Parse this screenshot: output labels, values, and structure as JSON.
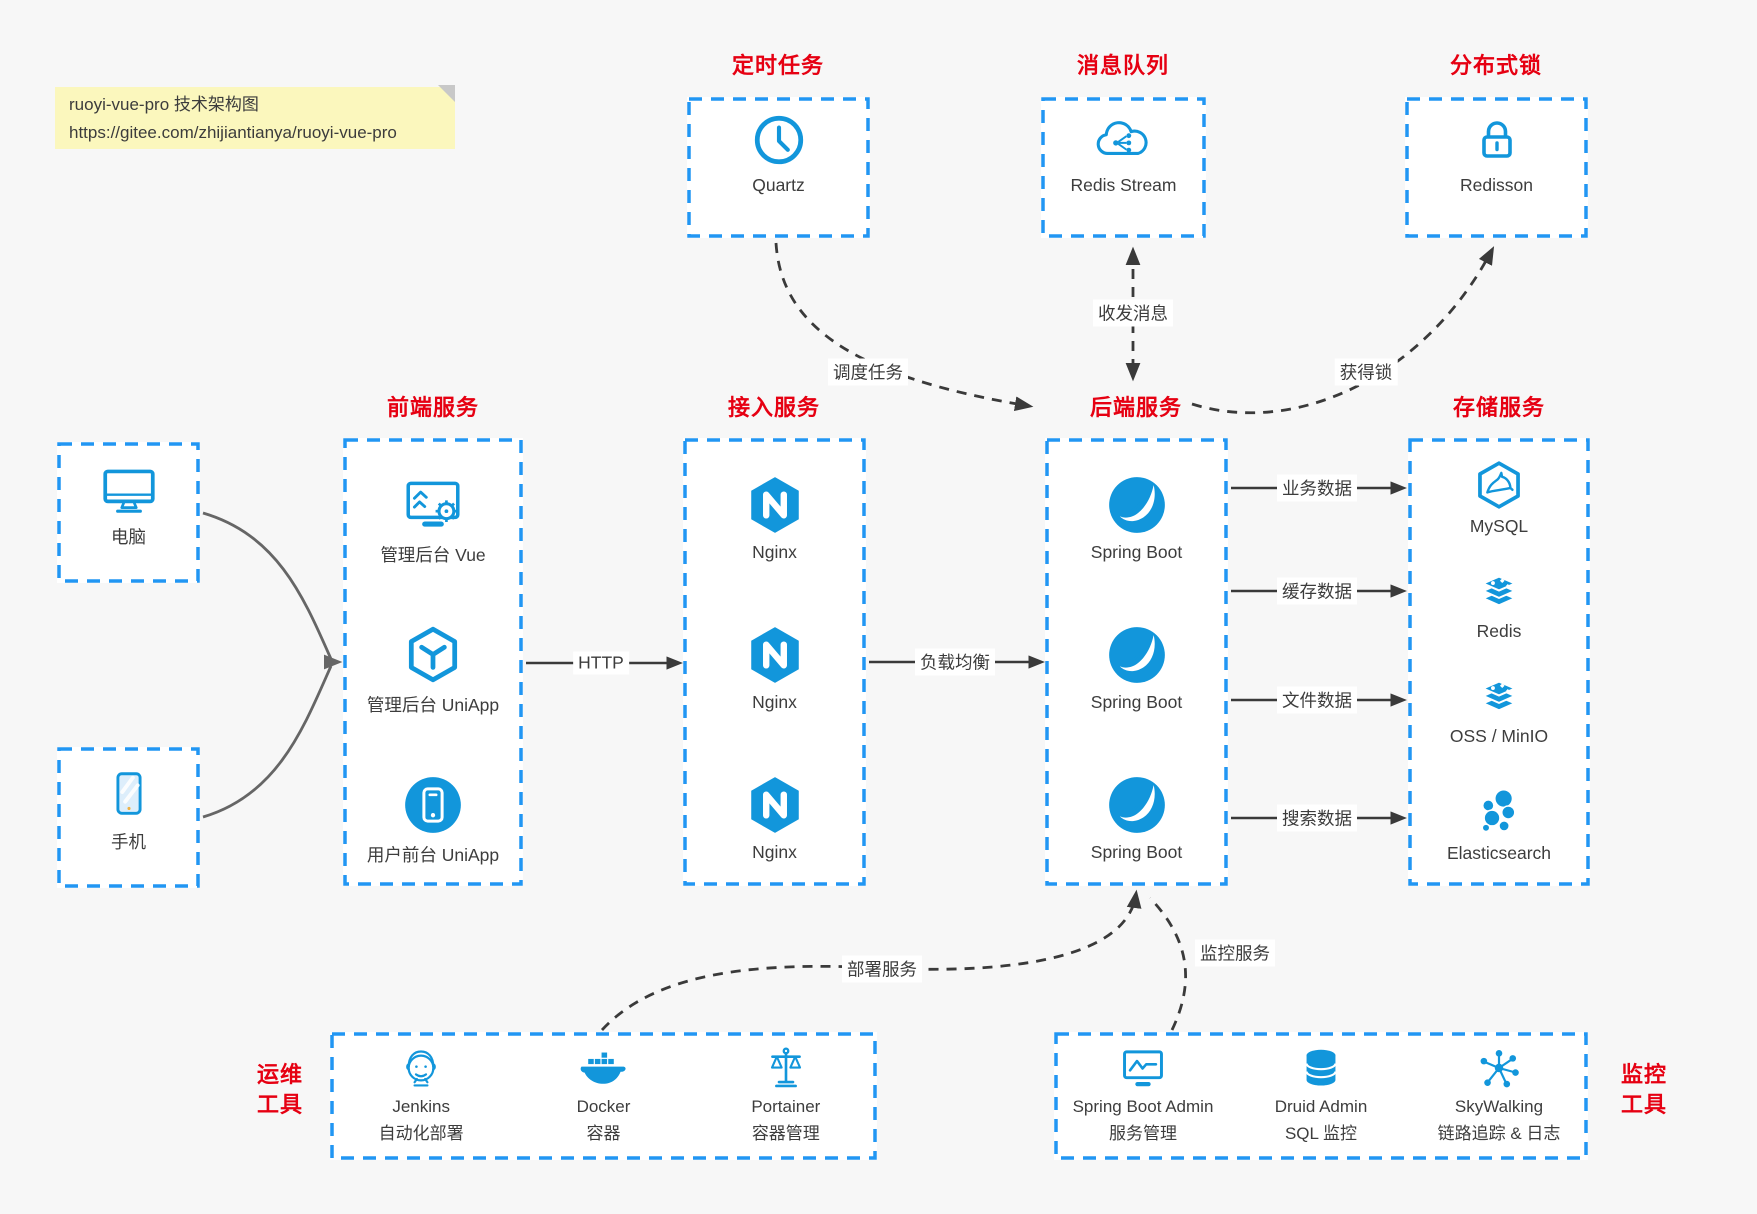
{
  "note": {
    "title": "ruoyi-vue-pro 技术架构图",
    "url": "https://gitee.com/zhijiantianya/ruoyi-vue-pro"
  },
  "top_groups": [
    {
      "title": "定时任务",
      "node": {
        "icon": "clock-icon",
        "label": "Quartz"
      }
    },
    {
      "title": "消息队列",
      "node": {
        "icon": "cloud-share-icon",
        "label": "Redis Stream"
      }
    },
    {
      "title": "分布式锁",
      "node": {
        "icon": "lock-icon",
        "label": "Redisson"
      }
    }
  ],
  "clients": [
    {
      "icon": "desktop-icon",
      "label": "电脑"
    },
    {
      "icon": "mobile-icon",
      "label": "手机"
    }
  ],
  "columns": [
    {
      "title": "前端服务",
      "items": [
        {
          "icon": "admin-vue-icon",
          "label": "管理后台 Vue"
        },
        {
          "icon": "uniapp-cube-icon",
          "label": "管理后台 UniApp"
        },
        {
          "icon": "user-app-icon",
          "label": "用户前台 UniApp"
        }
      ]
    },
    {
      "title": "接入服务",
      "items": [
        {
          "icon": "nginx-icon",
          "label": "Nginx"
        },
        {
          "icon": "nginx-icon",
          "label": "Nginx"
        },
        {
          "icon": "nginx-icon",
          "label": "Nginx"
        }
      ]
    },
    {
      "title": "后端服务",
      "items": [
        {
          "icon": "spring-boot-icon",
          "label": "Spring Boot"
        },
        {
          "icon": "spring-boot-icon",
          "label": "Spring Boot"
        },
        {
          "icon": "spring-boot-icon",
          "label": "Spring Boot"
        }
      ]
    },
    {
      "title": "存储服务",
      "items": [
        {
          "icon": "mysql-icon",
          "label": "MySQL"
        },
        {
          "icon": "redis-icon",
          "label": "Redis"
        },
        {
          "icon": "oss-minio-icon",
          "label": "OSS / MinIO"
        },
        {
          "icon": "elasticsearch-icon",
          "label": "Elasticsearch"
        }
      ]
    }
  ],
  "bottom_groups": [
    {
      "label_line1": "运维",
      "label_line2": "工具",
      "items": [
        {
          "icon": "jenkins-icon",
          "name": "Jenkins",
          "sub": "自动化部署"
        },
        {
          "icon": "docker-icon",
          "name": "Docker",
          "sub": "容器"
        },
        {
          "icon": "portainer-icon",
          "name": "Portainer",
          "sub": "容器管理"
        }
      ]
    },
    {
      "label_line1": "监控",
      "label_line2": "工具",
      "items": [
        {
          "icon": "springboot-admin-icon",
          "name": "Spring Boot Admin",
          "sub": "服务管理"
        },
        {
          "icon": "druid-icon",
          "name": "Druid Admin",
          "sub": "SQL 监控"
        },
        {
          "icon": "skywalking-icon",
          "name": "SkyWalking",
          "sub": "链路追踪 & 日志"
        }
      ]
    }
  ],
  "edges": {
    "http": "HTTP",
    "load_balance": "负载均衡",
    "business_data": "业务数据",
    "cache_data": "缓存数据",
    "file_data": "文件数据",
    "search_data": "搜索数据",
    "schedule": "调度任务",
    "message": "收发消息",
    "acquire_lock": "获得锁",
    "deploy": "部署服务",
    "monitor": "监控服务"
  },
  "colors": {
    "box_border": "#2196f3",
    "icon_blue": "#1296db",
    "title_red": "#e60012",
    "note_bg": "#fbf7bd",
    "canvas_bg": "#f7f7f7",
    "arrow_dark": "#3a3a3a",
    "client_arrow_gray": "#666666"
  }
}
